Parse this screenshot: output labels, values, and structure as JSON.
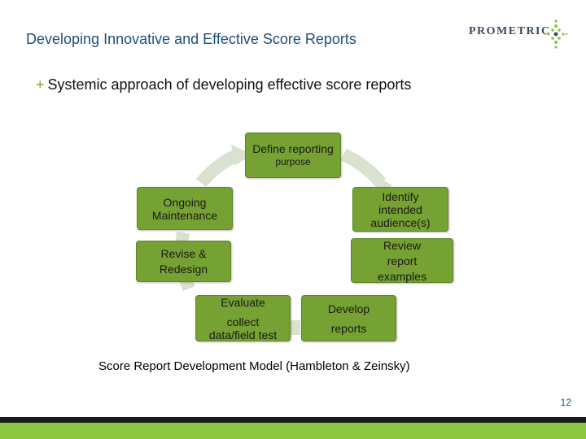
{
  "slide": {
    "title": "Developing Innovative and Effective Score Reports",
    "bullet_marker": "+",
    "bullet": "Systemic approach of developing effective score reports",
    "caption": "Score Report Development Model (Hambleton & Zeinsky)",
    "page_number": "12"
  },
  "logo": {
    "text": "PROMETRIC"
  },
  "cycle": {
    "steps": [
      {
        "line1": "Define reporting",
        "line2": "purpose"
      },
      {
        "line1": "Identify",
        "line2": "intended",
        "line3": "audience(s)"
      },
      {
        "line1": "Review",
        "line2": "report",
        "line3": "examples"
      },
      {
        "line1": "Develop",
        "line2": "reports"
      },
      {
        "line1": "Evaluate",
        "line2": "collect",
        "line3": "data/field test"
      },
      {
        "line1": "Revise &",
        "line2": "Redesign"
      },
      {
        "line1": "Ongoing",
        "line2": "Maintenance"
      }
    ]
  },
  "colors": {
    "title": "#1f4e79",
    "box_fill": "#76a133",
    "arrow": "#d8e2cf",
    "bar_green": "#8dc63f",
    "bar_dark": "#1a1a1a"
  }
}
